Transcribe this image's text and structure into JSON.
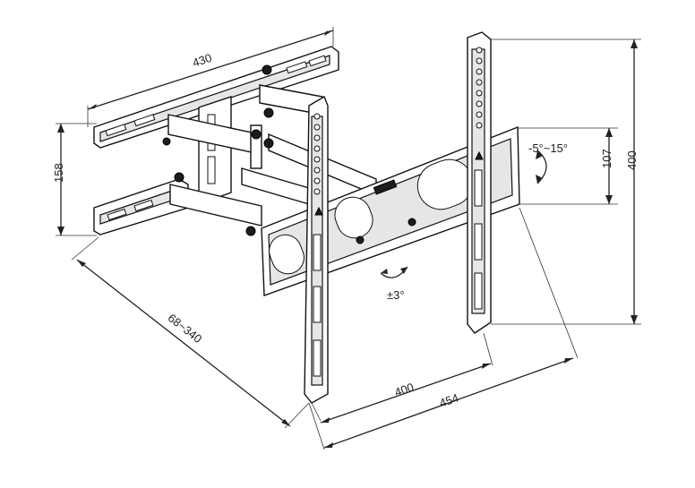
{
  "dimensions": {
    "wall_plate_width": "430",
    "wall_plate_height": "158",
    "extension": "68~340",
    "tv_plate_height": "107",
    "tilt_range": "-5°~15°",
    "rotation": "±3°",
    "vesa_horizontal": "400",
    "total_width": "454",
    "vesa_vertical": "400"
  }
}
